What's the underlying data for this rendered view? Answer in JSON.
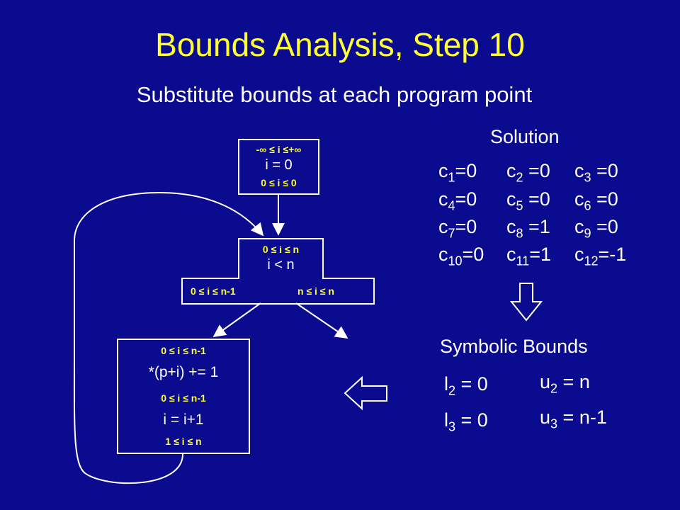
{
  "title": "Bounds Analysis, Step 10",
  "subtitle": "Substitute bounds at each program point",
  "colors": {
    "background": "#0b0b8f",
    "title": "#ffff33",
    "bounds": "#ffff33",
    "text": "#ffffff"
  },
  "flowchart": {
    "init": {
      "pre": "-∞ ≤ i ≤+∞",
      "stmt": "i = 0",
      "post": "0 ≤ i ≤ 0"
    },
    "cond": {
      "pre": "0 ≤ i ≤ n",
      "stmt": "i < n",
      "true_branch": "0 ≤ i ≤ n-1",
      "false_branch": "n ≤ i ≤ n"
    },
    "body": {
      "pre": "0 ≤ i ≤ n-1",
      "stmt1": "*(p+i) += 1",
      "mid": "0 ≤ i ≤ n-1",
      "stmt2": "i = i+1",
      "post": "1 ≤ i ≤ n"
    }
  },
  "solution": {
    "heading": "Solution",
    "rows": [
      [
        {
          "var": "c",
          "sub": "1",
          "eq": "=0"
        },
        {
          "var": "c",
          "sub": "2",
          "eq": " =0"
        },
        {
          "var": "c",
          "sub": "3",
          "eq": " =0"
        }
      ],
      [
        {
          "var": "c",
          "sub": "4",
          "eq": "=0"
        },
        {
          "var": "c",
          "sub": "5",
          "eq": " =0"
        },
        {
          "var": "c",
          "sub": "6",
          "eq": " =0"
        }
      ],
      [
        {
          "var": "c",
          "sub": "7",
          "eq": "=0"
        },
        {
          "var": "c",
          "sub": "8",
          "eq": " =1"
        },
        {
          "var": "c",
          "sub": "9",
          "eq": " =0"
        }
      ],
      [
        {
          "var": "c",
          "sub": "10",
          "eq": "=0"
        },
        {
          "var": "c",
          "sub": "11",
          "eq": "=1"
        },
        {
          "var": "c",
          "sub": "12",
          "eq": "=-1"
        }
      ]
    ]
  },
  "symbolic": {
    "heading": "Symbolic Bounds",
    "l2": {
      "var": "l",
      "sub": "2",
      "eq": " = 0"
    },
    "l3": {
      "var": "l",
      "sub": "3",
      "eq": " = 0"
    },
    "u2": {
      "var": "u",
      "sub": "2",
      "eq": " = n"
    },
    "u3": {
      "var": "u",
      "sub": "3",
      "eq": " = n-1"
    }
  }
}
